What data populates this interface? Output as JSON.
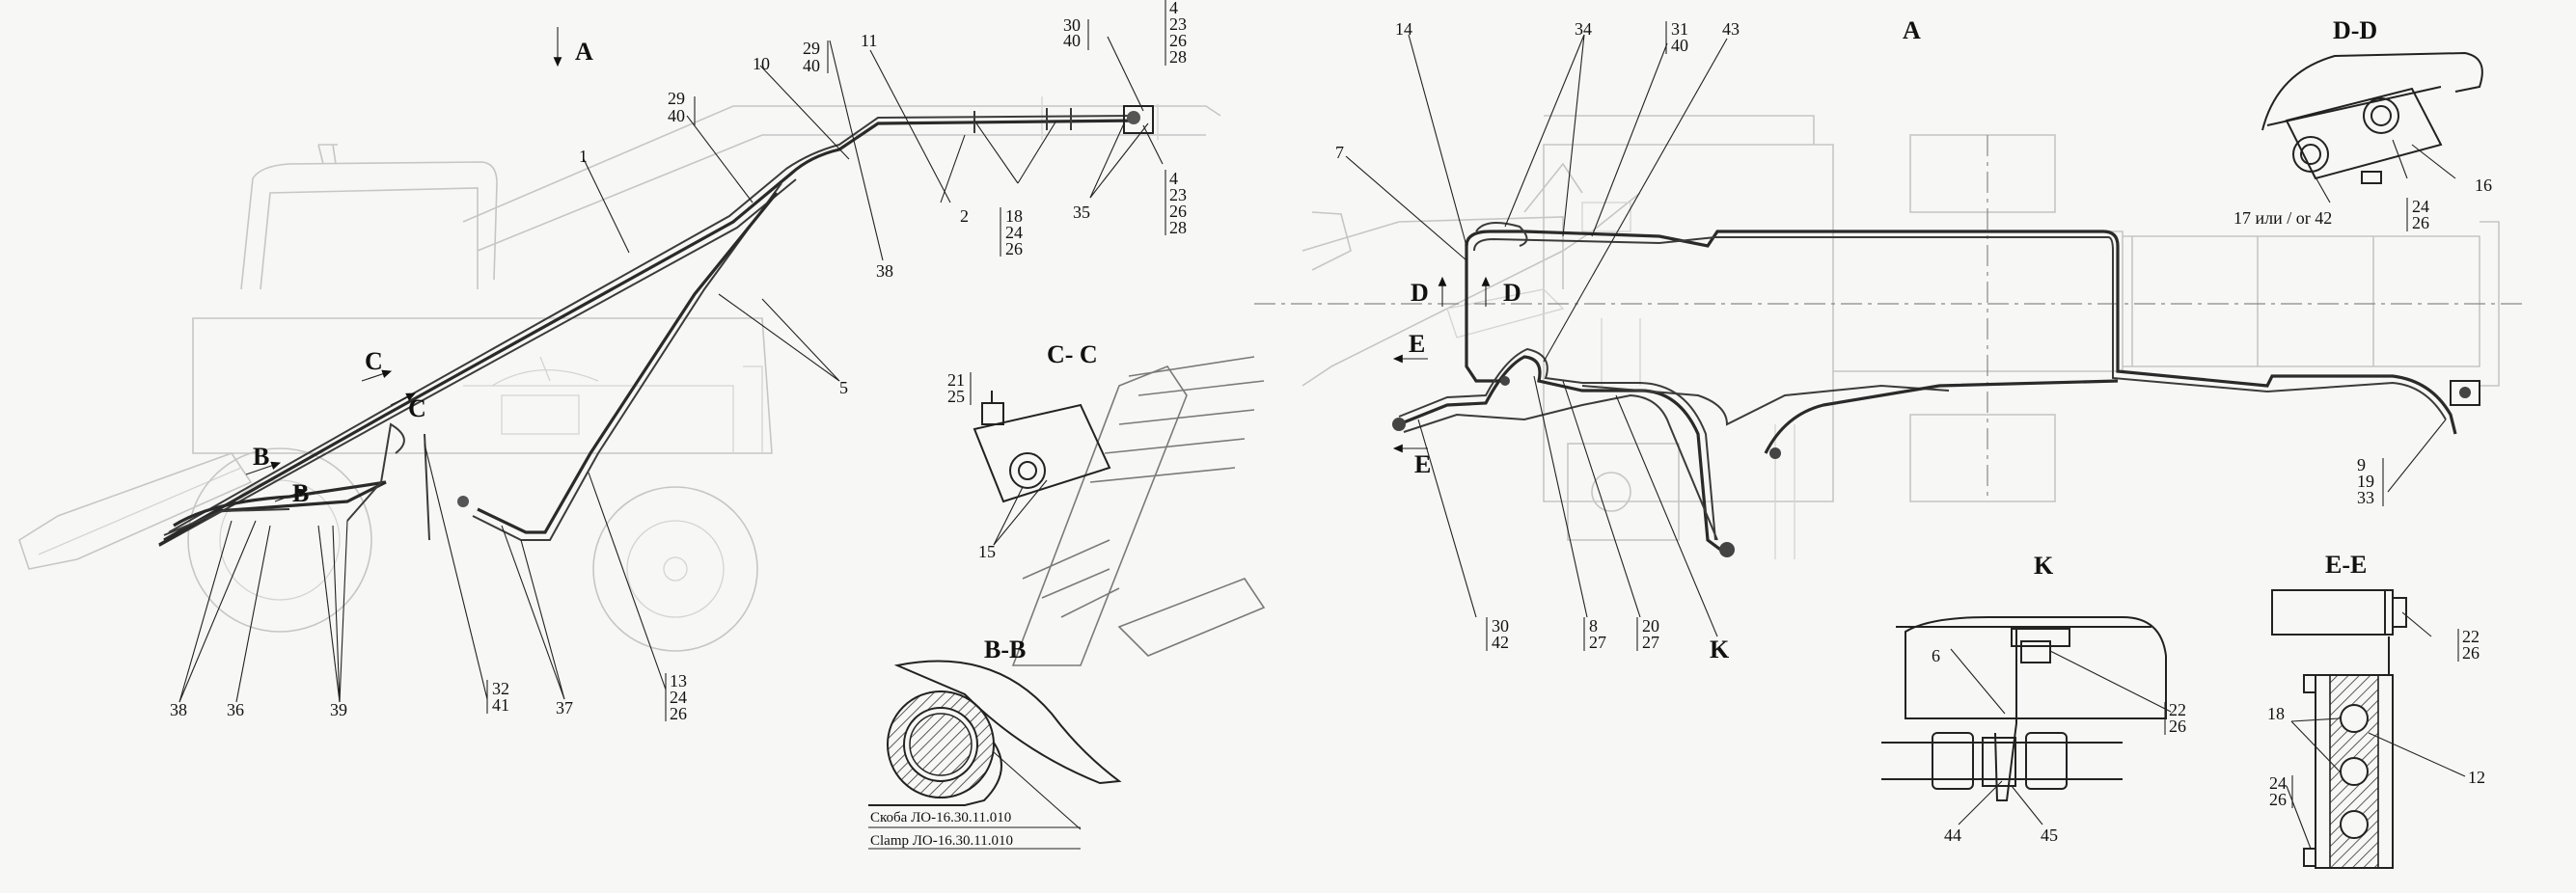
{
  "view_markers": {
    "a_left": "A",
    "a_right": "A",
    "c": "C",
    "b": "B",
    "d": "D",
    "e": "E",
    "k": "K"
  },
  "section_titles": {
    "cc": "C- C",
    "bb": "B-B",
    "dd": "D-D",
    "kk": "K",
    "ee": "E-E"
  },
  "callouts": {
    "n1": "1",
    "n2": "2",
    "n5": "5",
    "n6": "6",
    "n7": "7",
    "n10": "10",
    "n11": "11",
    "n12": "12",
    "n14": "14",
    "n15": "15",
    "n16": "16",
    "n18": "18",
    "n34": "34",
    "n35": "35",
    "n36": "36",
    "n37": "37",
    "n38a": "38",
    "n38b": "38",
    "n39": "39",
    "n43": "43",
    "n44": "44",
    "n45": "45",
    "n17_42": "17 или / or 42"
  },
  "stacks": {
    "s29_40a": [
      "29",
      "40"
    ],
    "s29_40b": [
      "29",
      "40"
    ],
    "s30_40": [
      "30",
      "40"
    ],
    "s4_23_26_28a": [
      "4",
      "23",
      "26",
      "28"
    ],
    "s4_23_26_28b": [
      "4",
      "23",
      "26",
      "28"
    ],
    "s18_24_26": [
      "18",
      "24",
      "26"
    ],
    "s31_40": [
      "31",
      "40"
    ],
    "s21_25": [
      "21",
      "25"
    ],
    "s24_26a": [
      "24",
      "26"
    ],
    "s9_19_33": [
      "9",
      "19",
      "33"
    ],
    "s30_42": [
      "30",
      "42"
    ],
    "s8_27": [
      "8",
      "27"
    ],
    "s20_27": [
      "20",
      "27"
    ],
    "s22_26a": [
      "22",
      "26"
    ],
    "s22_26b": [
      "22",
      "26"
    ],
    "s24_26b": [
      "24",
      "26"
    ],
    "s32_41": [
      "32",
      "41"
    ],
    "s13_24_26": [
      "13",
      "24",
      "26"
    ]
  },
  "clamp_caption": {
    "ru": "Скоба ЛО-16.30.11.010",
    "en": "Clamp ЛО-16.30.11.010"
  }
}
